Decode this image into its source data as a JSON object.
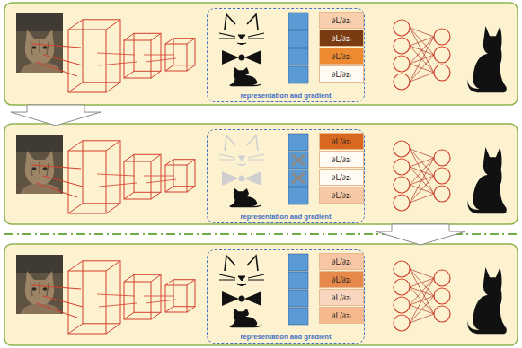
{
  "diagram": {
    "nodes": [
      {
        "text": [
          "representation and gradient"
        ]
      },
      {
        "text": [
          "∂L/∂zᵢ"
        ],
        "in": 0
      },
      {
        "text": [
          "∂L/∂zᵢ"
        ],
        "in": 0
      },
      {
        "text": [
          "∂L/∂zᵢ"
        ],
        "in": 0
      },
      {
        "text": [
          "∂L/∂zᵢ"
        ],
        "in": 0
      },
      {
        "text": [
          "representation and gradient"
        ]
      },
      {
        "text": [
          "∂L/∂zᵢ"
        ],
        "in": 5
      },
      {
        "text": [
          "∂L/∂zᵢ"
        ],
        "in": 5
      },
      {
        "text": [
          "∂L/∂zᵢ"
        ],
        "in": 5
      },
      {
        "text": [
          "∂L/∂zᵢ"
        ],
        "in": 5
      },
      {
        "text": [
          "representation and gradient"
        ]
      },
      {
        "text": [
          "∂L/∂zᵢ"
        ],
        "in": 10
      },
      {
        "text": [
          "∂L/∂zᵢ"
        ],
        "in": 10
      },
      {
        "text": [
          "∂L/∂zᵢ"
        ],
        "in": 10
      },
      {
        "text": [
          "∂L/∂zᵢ"
        ],
        "in": 10
      }
    ]
  }
}
